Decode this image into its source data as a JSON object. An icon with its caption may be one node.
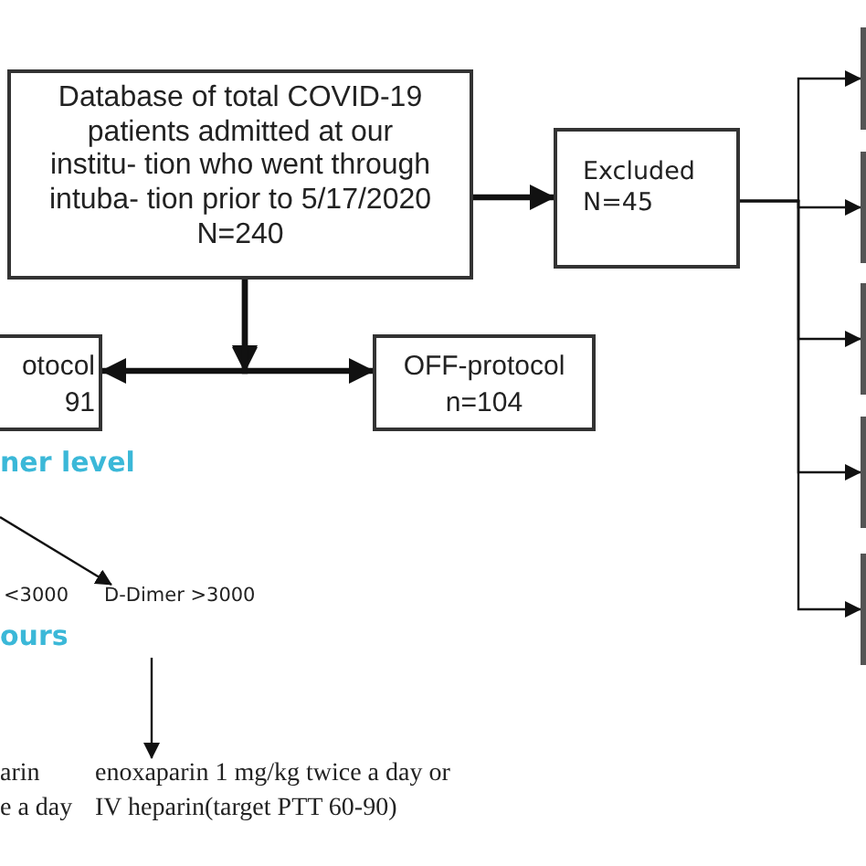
{
  "diagram": {
    "nodes": [
      {
        "text": [
          "Database of total COVID-19 patients admitted at our institu- tion who went through intuba- tion prior to 5/17/2020",
          "N=240"
        ]
      },
      {
        "text": [
          "Excluded N=45"
        ]
      },
      {
        "text": [
          "otocol",
          "91"
        ]
      },
      {
        "text": [
          "OFF-protocol n=104"
        ]
      },
      {
        "text": [
          "D-Dimer >3000"
        ]
      },
      {
        "text": [
          "enoxaparin 1 mg/kg twice a day or IV heparin(target PTT 60-90)"
        ]
      },
      {
        "text": [],
        "shape": "box"
      },
      {
        "text": [],
        "shape": "box"
      },
      {
        "text": [],
        "shape": "box"
      },
      {
        "text": [],
        "shape": "box"
      },
      {
        "text": [],
        "shape": "box"
      }
    ],
    "edges": [
      {
        "from": 0,
        "to": 1,
        "arrow": "to",
        "style": "thick"
      },
      {
        "from": 0,
        "to": 2,
        "arrow": "to",
        "style": "thick"
      },
      {
        "from": 0,
        "to": 3,
        "arrow": "to",
        "style": "thick"
      },
      {
        "from": 1,
        "to": 6,
        "arrow": "to"
      },
      {
        "from": 1,
        "to": 7,
        "arrow": "to"
      },
      {
        "from": 1,
        "to": 8,
        "arrow": "to"
      },
      {
        "from": 1,
        "to": 9,
        "arrow": "to"
      },
      {
        "from": 1,
        "to": 10,
        "arrow": "to"
      },
      {
        "from": null,
        "to": 4,
        "arrow": "to"
      },
      {
        "from": 4,
        "to": 5,
        "arrow": "to"
      }
    ],
    "labels": [
      "ner level",
      "<3000",
      "ours",
      "arin",
      "e a day"
    ]
  }
}
